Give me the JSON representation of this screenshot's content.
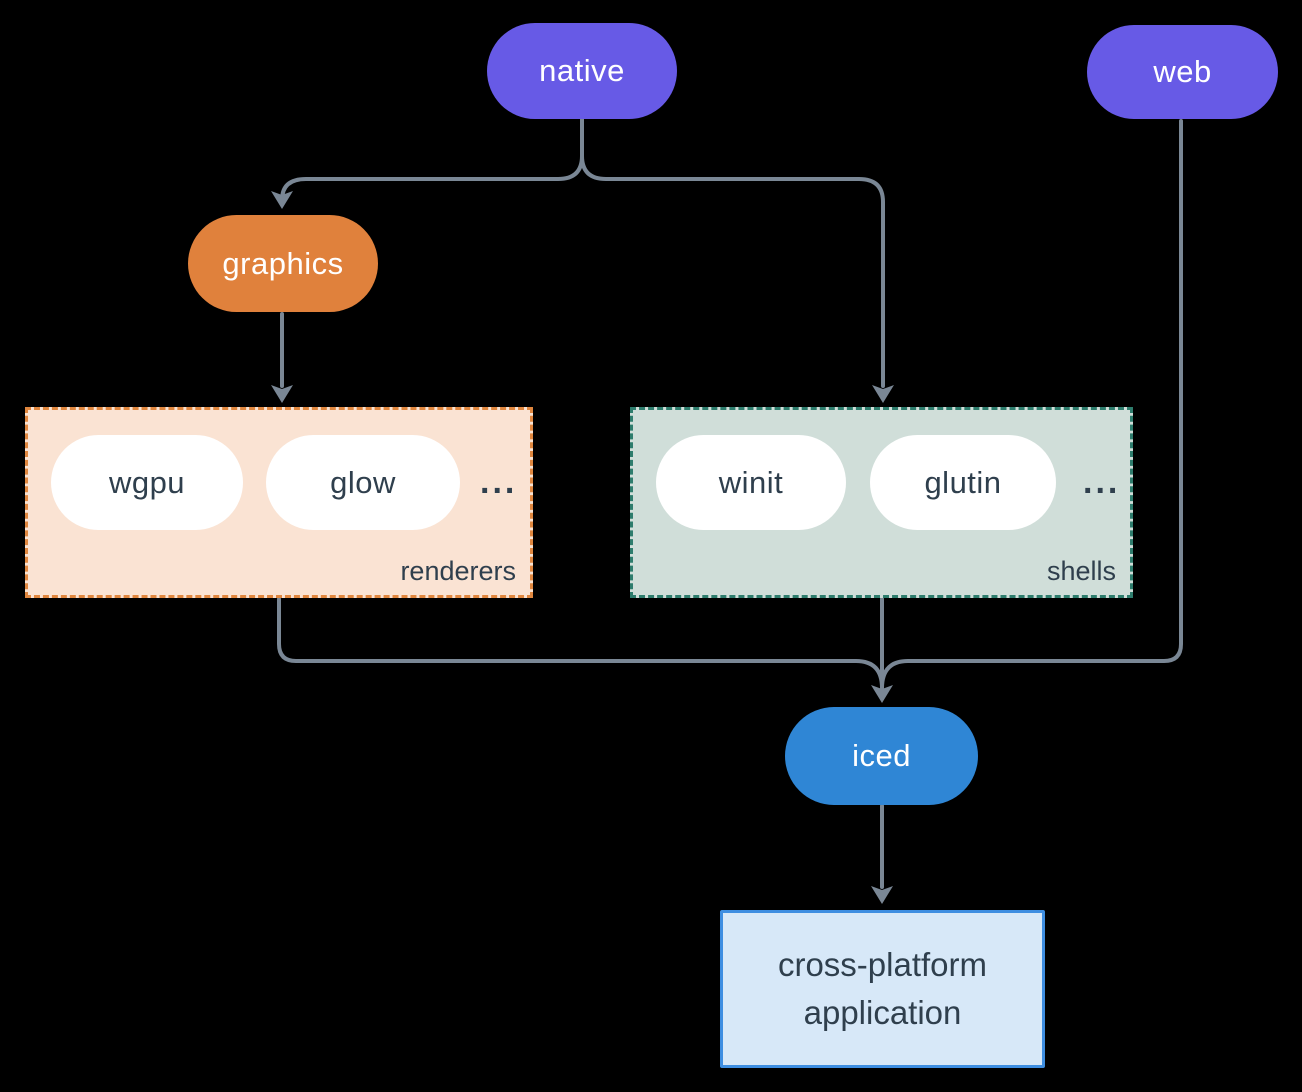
{
  "colors": {
    "background": "#000000",
    "connector": "#7a8795",
    "node_purple": "#675ae6",
    "node_orange": "#e0813c",
    "node_blue": "#2f86d5",
    "group_renderers_bg": "#fae3d3",
    "group_renderers_border": "#e0873f",
    "group_shells_bg": "#d0ded9",
    "group_shells_border": "#2e7d6d",
    "app_box_bg": "#d7e8f8",
    "app_box_border": "#3e8ee1",
    "dark_text": "#2f3f4d",
    "light_text": "#ffffff"
  },
  "nodes": {
    "native": {
      "label": "native"
    },
    "web": {
      "label": "web"
    },
    "graphics": {
      "label": "graphics"
    },
    "iced": {
      "label": "iced"
    },
    "application": {
      "label": "cross-platform application"
    }
  },
  "groups": {
    "renderers": {
      "label": "renderers",
      "ellipsis": "...",
      "items": [
        {
          "label": "wgpu"
        },
        {
          "label": "glow"
        }
      ]
    },
    "shells": {
      "label": "shells",
      "ellipsis": "...",
      "items": [
        {
          "label": "winit"
        },
        {
          "label": "glutin"
        }
      ]
    }
  }
}
